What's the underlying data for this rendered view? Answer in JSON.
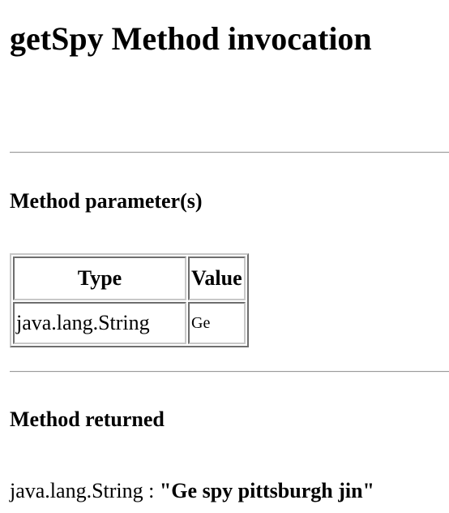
{
  "page": {
    "title": "getSpy Method invocation"
  },
  "parameters_section": {
    "heading": "Method parameter(s)",
    "columns": [
      "Type",
      "Value"
    ],
    "rows": [
      {
        "type": "java.lang.String",
        "value": "Ge"
      }
    ]
  },
  "returned_section": {
    "heading": "Method returned",
    "return_type": "java.lang.String",
    "separator": " : ",
    "return_value": "\"Ge spy pittsburgh jin\""
  }
}
